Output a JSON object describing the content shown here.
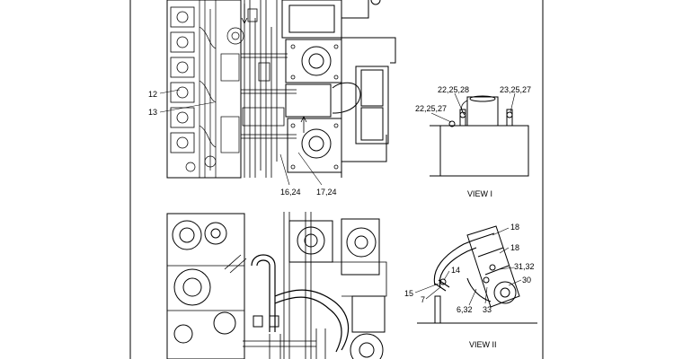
{
  "top_view": {
    "callouts": [
      "12",
      "13",
      "16,24",
      "17,24"
    ]
  },
  "view_1": {
    "caption": "VIEW I",
    "callouts": [
      "22,25,28",
      "23,25,27",
      "22,25,27"
    ]
  },
  "view_2": {
    "caption": "VIEW II",
    "callouts": [
      "18",
      "18",
      "31,32",
      "14",
      "30",
      "15",
      "7",
      "6,32",
      "33"
    ]
  }
}
